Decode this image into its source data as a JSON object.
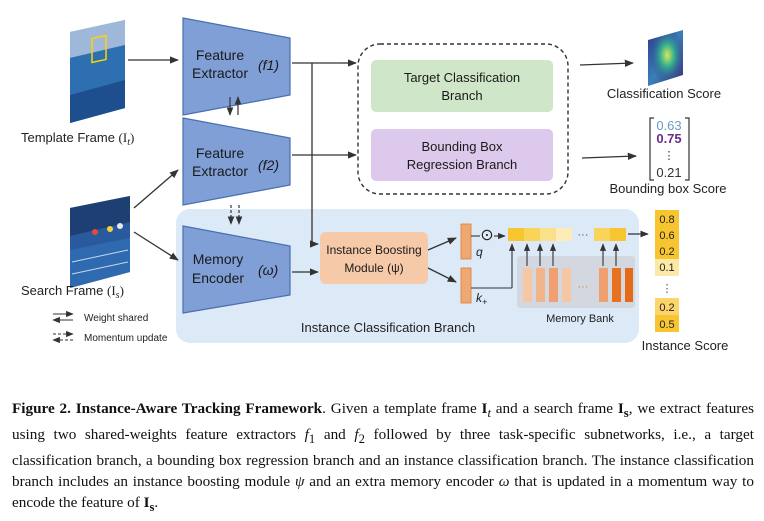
{
  "diagram": {
    "template_frame_label": "Template Frame",
    "template_frame_symbol": "(I",
    "template_frame_sub": "t",
    "search_frame_label": "Search Frame",
    "search_frame_symbol": "(I",
    "search_frame_sub": "s",
    "feature_extractor_1_line1": "Feature",
    "feature_extractor_1_line2": "Extractor",
    "feature_extractor_1_symbol": "(f1)",
    "feature_extractor_2_line1": "Feature",
    "feature_extractor_2_line2": "Extractor",
    "feature_extractor_2_symbol": "(f2)",
    "memory_encoder_line1": "Memory",
    "memory_encoder_line2": "Encoder",
    "memory_encoder_symbol": "(ω)",
    "target_branch_line1": "Target Classification",
    "target_branch_line2": "Branch",
    "bbox_branch_line1": "Bounding Box",
    "bbox_branch_line2": "Regression Branch",
    "boosting_line1": "Instance Boosting",
    "boosting_line2": "Module (ψ)",
    "instance_branch_label": "Instance Classification Branch",
    "memory_bank_label": "Memory Bank",
    "q_label": "q",
    "k_label": "k",
    "k_sub": "+",
    "dot_symbol": "⊙",
    "classification_score_label": "Classification Score",
    "bbox_score_label": "Bounding box Score",
    "bbox_score_values": [
      "0.63",
      "0.75",
      "⋮",
      "0.21"
    ],
    "instance_score_label": "Instance Score",
    "instance_score_top": [
      "0.8",
      "0.6",
      "0.2",
      "0.1"
    ],
    "instance_score_bottom": [
      "0.2",
      "0.5"
    ],
    "instance_dots": "⋮",
    "ellipsis": "···",
    "legend_weight_shared": "Weight shared",
    "legend_momentum_update": "Momentum update",
    "colors": {
      "extractor": "#7f9fd6",
      "extractor_border": "#4a6fb0",
      "target_branch": "#cfe7c8",
      "bbox_branch": "#ddc9ec",
      "boosting": "#f6c9a8",
      "instance_panel": "#dce9f6",
      "yellow": "#f7c530",
      "orange": "#e8711f",
      "light_orange": "#f5c7a3"
    }
  },
  "caption": {
    "figure_label": "Figure 2.",
    "title": "Instance-Aware Tracking Framework",
    "text_1": ". Given a template frame ",
    "sym_It": "I",
    "sym_It_sub": "t",
    "text_2": " and a search frame ",
    "sym_Is": "I",
    "sym_Is_sub": "s",
    "text_3": ", we extract features using two shared-weights feature extractors ",
    "sym_f1": "f",
    "sym_f1_sub": "1",
    "text_4": " and ",
    "sym_f2": "f",
    "sym_f2_sub": "2",
    "text_5": " followed by three task-specific subnetworks, i.e., a target classification branch, a bounding box regression branch and an instance classification branch. The instance classification branch includes an instance boosting module ",
    "sym_psi": "ψ",
    "text_6": " and an extra memory encoder ",
    "sym_omega": "ω",
    "text_7": " that is updated in a momentum way to encode the feature of ",
    "sym_Is2": "I",
    "sym_Is2_sub": "s",
    "text_8": "."
  }
}
